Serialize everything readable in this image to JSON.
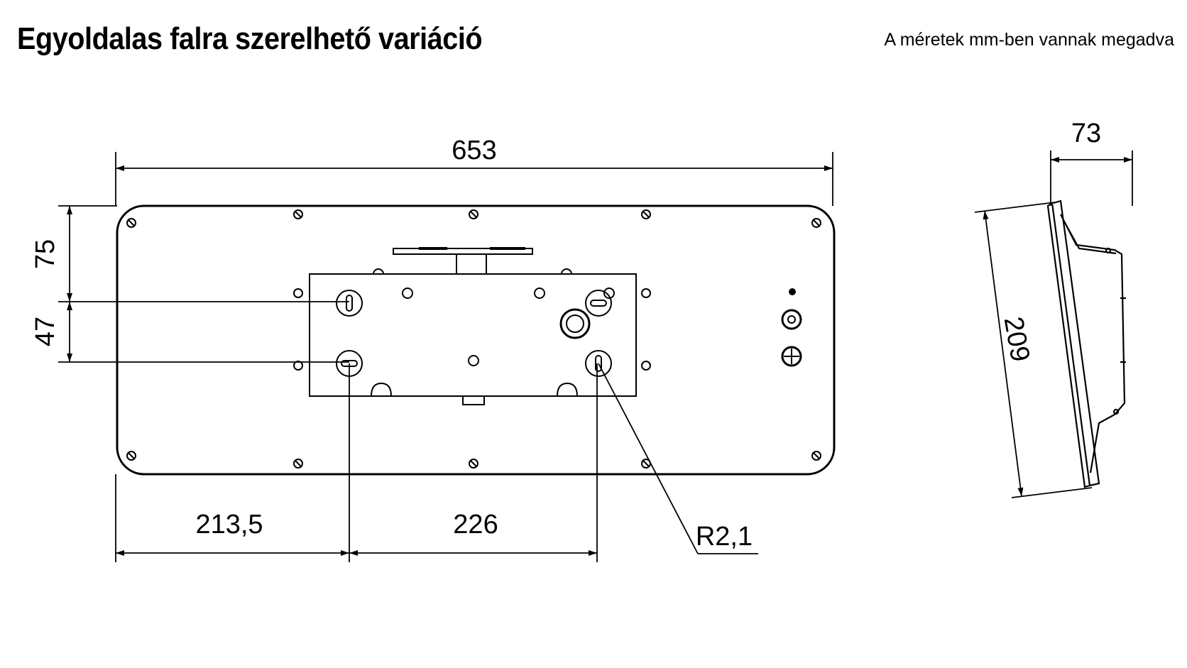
{
  "title": "Egyoldalas falra szerelhető variáció",
  "units_note": "A  méretek mm-ben vannak megadva",
  "dimensions": {
    "overall_width": "653",
    "depth": "73",
    "height": "209",
    "top_to_first_hole": "75",
    "hole_vertical_spacing": "47",
    "left_to_hole": "213,5",
    "hole_horizontal_spacing": "226",
    "hole_radius": "R2,1"
  }
}
